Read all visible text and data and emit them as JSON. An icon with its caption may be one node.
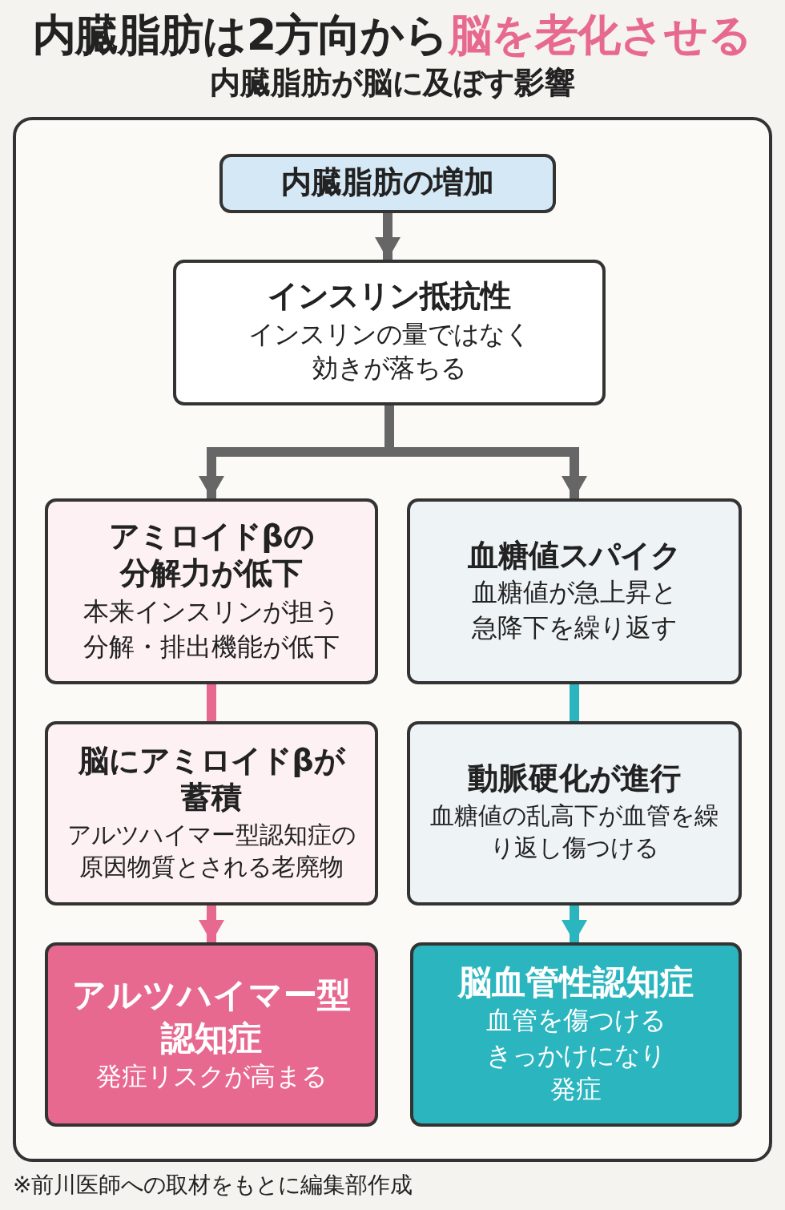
{
  "diagram": {
    "title": "内臓脂肪は2方向から**脳を老化させる**",
    "caption": "※前川医師への取材をもとに編集部作成",
    "nodes": [
      {
        "text": [
          "内臓脂肪の増加"
        ]
      },
      {
        "text": [
          "インスリン抵抗性",
          "インスリンの量ではなく効きが落ちる"
        ]
      },
      {
        "text": [
          "アミロイドβの分解力が低下",
          "本来インスリンが担う分解・排出機能が低下"
        ]
      },
      {
        "text": [
          "血糖値スパイク",
          "血糖値が急上昇と急降下を繰り返す"
        ]
      },
      {
        "text": [
          "脳にアミロイドβが蓄積",
          "アルツハイマー型認知症の原因物質とされる老廃物"
        ]
      },
      {
        "text": [
          "動脈硬化が進行",
          "血糖値の乱高下が血管を繰り返し傷つける"
        ]
      },
      {
        "text": [
          "アルツハイマー型認知症",
          "発症リスクが高まる"
        ]
      },
      {
        "text": [
          "脳血管性認知症",
          "血管を傷つけるきっかけになり発症"
        ]
      }
    ],
    "edges": [
      {
        "from": 0,
        "to": 1,
        "arrow": "to"
      },
      {
        "from": 1,
        "to": 2,
        "arrow": "to"
      },
      {
        "from": 1,
        "to": 3,
        "arrow": "to"
      },
      {
        "from": 2,
        "to": 4,
        "arrow": "none",
        "color": "#e8698f"
      },
      {
        "from": 3,
        "to": 5,
        "arrow": "none",
        "color": "#2ab5bf"
      },
      {
        "from": 4,
        "to": 6,
        "arrow": "to",
        "color": "#e8698f"
      },
      {
        "from": 5,
        "to": 7,
        "arrow": "to",
        "color": "#2ab5bf"
      }
    ],
    "labels": [
      "内臓脂肪が脳に及ぼす影響"
    ]
  }
}
